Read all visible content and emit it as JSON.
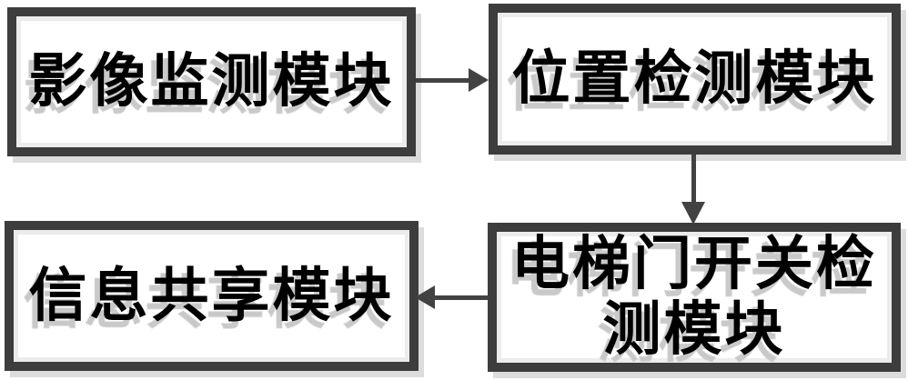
{
  "diagram": {
    "type": "flowchart",
    "background_color": "#ffffff",
    "box_border_color": "#3d3d3d",
    "arrow_color": "#424242",
    "box_shadow_color": "#dcdcdc",
    "text_color": "#000000",
    "text_shadow_color": "#c9c9c9",
    "nodes": [
      {
        "id": "image-monitoring",
        "label": "影像监测模块",
        "position": "top-left"
      },
      {
        "id": "position-detection",
        "label": "位置检测模块",
        "position": "top-right"
      },
      {
        "id": "elevator-door-switch-detection",
        "label": "电梯门开关检\n测模块",
        "position": "bottom-right"
      },
      {
        "id": "information-sharing",
        "label": "信息共享模块",
        "position": "bottom-left"
      }
    ],
    "edges": [
      {
        "from": "image-monitoring",
        "to": "position-detection",
        "direction": "right"
      },
      {
        "from": "position-detection",
        "to": "elevator-door-switch-detection",
        "direction": "down"
      },
      {
        "from": "elevator-door-switch-detection",
        "to": "information-sharing",
        "direction": "left"
      }
    ]
  }
}
